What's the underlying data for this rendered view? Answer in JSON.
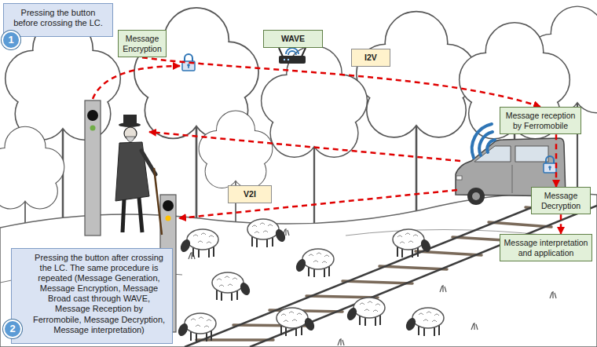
{
  "diagram": {
    "nodes": [
      {
        "text": [
          "Pressing the button before crossing the LC."
        ]
      },
      {
        "text": [
          "1"
        ]
      },
      {
        "text": [
          "Message Encryption"
        ]
      },
      {
        "text": [
          "WAVE"
        ]
      },
      {
        "text": [
          "I2V"
        ]
      },
      {
        "text": [
          "Message reception by Ferromobile"
        ]
      },
      {
        "text": [
          "V2I"
        ]
      },
      {
        "text": [
          "Message Decryption"
        ]
      },
      {
        "text": [
          "Message interpretation and application"
        ]
      },
      {
        "text": [
          "Pressing the button after crossing the LC. The same procedure is repeated (Message Generation, Message Encryption, Message Broad cast through WAVE, Message Reception by Ferromobile, Message Decryption, Message interpretation)"
        ]
      },
      {
        "text": [
          "2"
        ]
      }
    ],
    "edges": [
      {
        "from": 2,
        "to": 5,
        "arrow": "to"
      },
      {
        "from": 5,
        "to": 7,
        "arrow": "to"
      },
      {
        "from": 7,
        "to": 8,
        "arrow": "to"
      }
    ]
  }
}
